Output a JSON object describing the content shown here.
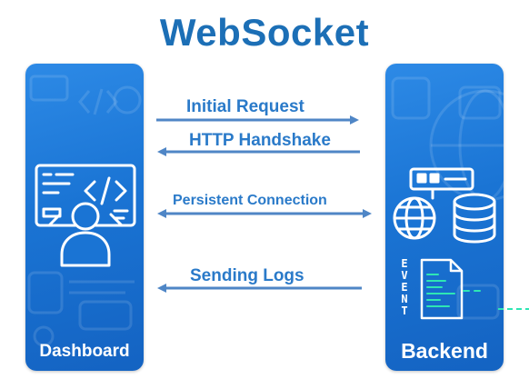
{
  "title": "WebSocket",
  "client": {
    "label": "Dashboard",
    "icon": "developer-at-code-monitor-icon"
  },
  "server": {
    "label": "Backend",
    "icon": "server-globe-database-icon",
    "event_letters": [
      "E",
      "V",
      "E",
      "N",
      "T"
    ]
  },
  "connections": [
    {
      "label": "Initial Request",
      "direction": "client-to-server"
    },
    {
      "label": "HTTP Handshake",
      "direction": "server-to-client"
    },
    {
      "label": "Persistent Connection",
      "direction": "bidirectional"
    },
    {
      "label": "Sending Logs",
      "direction": "server-to-client"
    }
  ],
  "colors": {
    "title": "#1c6fb6",
    "panel": "#1a74d4",
    "arrow": "#4f86c6",
    "label": "#2a7ac9",
    "accent": "#2ee6b4"
  }
}
